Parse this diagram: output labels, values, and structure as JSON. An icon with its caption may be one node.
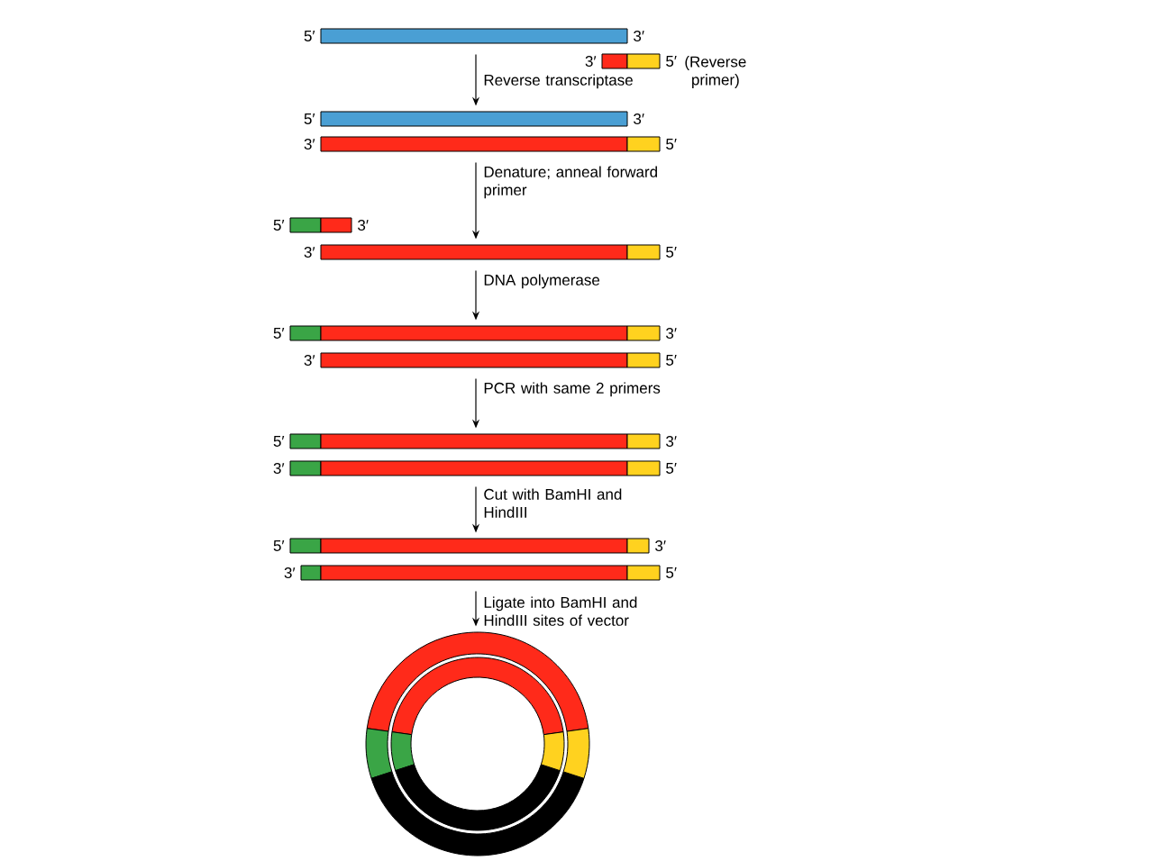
{
  "diagram": {
    "nodes": [
      {
        "text": [],
        "shape": "bar",
        "beside": [
          "5′",
          "3′"
        ]
      },
      {
        "text": [],
        "shape": "bar",
        "beside": [
          "3′",
          "5′",
          "(Reverse primer)"
        ]
      },
      {
        "text": [],
        "shape": "bar",
        "beside": [
          "5′",
          "3′"
        ]
      },
      {
        "text": [],
        "shape": "bar",
        "beside": [
          "3′",
          "5′"
        ]
      },
      {
        "text": [],
        "shape": "bar",
        "beside": [
          "5′",
          "3′"
        ]
      },
      {
        "text": [],
        "shape": "bar",
        "beside": [
          "3′",
          "5′"
        ]
      },
      {
        "text": [],
        "shape": "bar",
        "beside": [
          "5′",
          "3′"
        ]
      },
      {
        "text": [],
        "shape": "bar",
        "beside": [
          "3′",
          "5′"
        ]
      },
      {
        "text": [],
        "shape": "bar",
        "beside": [
          "5′",
          "3′"
        ]
      },
      {
        "text": [],
        "shape": "bar",
        "beside": [
          "3′",
          "5′"
        ]
      },
      {
        "text": [],
        "shape": "bar",
        "beside": [
          "5′",
          "3′"
        ]
      },
      {
        "text": [],
        "shape": "bar",
        "beside": [
          "3′",
          "5′"
        ]
      },
      {
        "text": [],
        "shape": "circle"
      }
    ],
    "edges": [
      {
        "from": 0,
        "to": 2,
        "arrow": "to",
        "label": "Reverse transcriptase"
      },
      {
        "from": 3,
        "to": 5,
        "arrow": "to",
        "label": "Denature; anneal forward primer"
      },
      {
        "from": 5,
        "to": 6,
        "arrow": "to",
        "label": "DNA polymerase"
      },
      {
        "from": 7,
        "to": 8,
        "arrow": "to",
        "label": "PCR with same 2 primers"
      },
      {
        "from": 9,
        "to": 10,
        "arrow": "to",
        "label": "Cut with BamHI and HindIII"
      },
      {
        "from": 11,
        "to": 12,
        "arrow": "to",
        "label": "Ligate into BamHI and HindIII sites of vector"
      }
    ]
  }
}
